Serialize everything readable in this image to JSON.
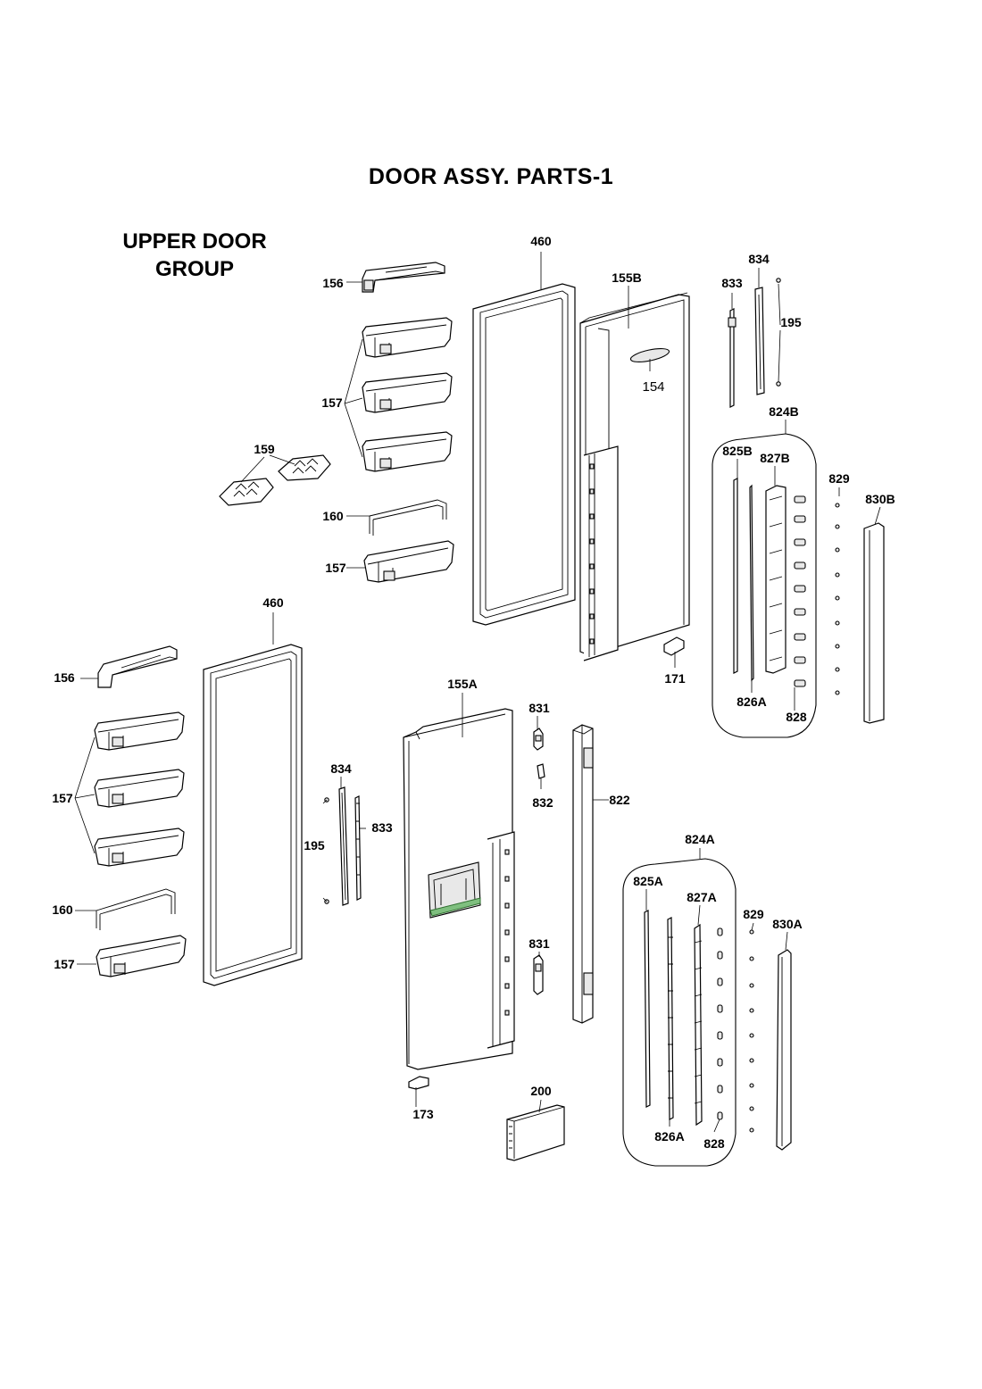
{
  "title": "DOOR ASSY. PARTS-1",
  "group_title": [
    "UPPER DOOR",
    "GROUP"
  ],
  "part_labels": [
    "460",
    "156",
    "155B",
    "834",
    "833",
    "195",
    "154",
    "157",
    "824B",
    "159",
    "825B",
    "827B",
    "829",
    "830B",
    "160",
    "171",
    "826A",
    "828",
    "155A",
    "831",
    "832",
    "822",
    "824A",
    "825A",
    "827A",
    "830A",
    "173",
    "200"
  ]
}
